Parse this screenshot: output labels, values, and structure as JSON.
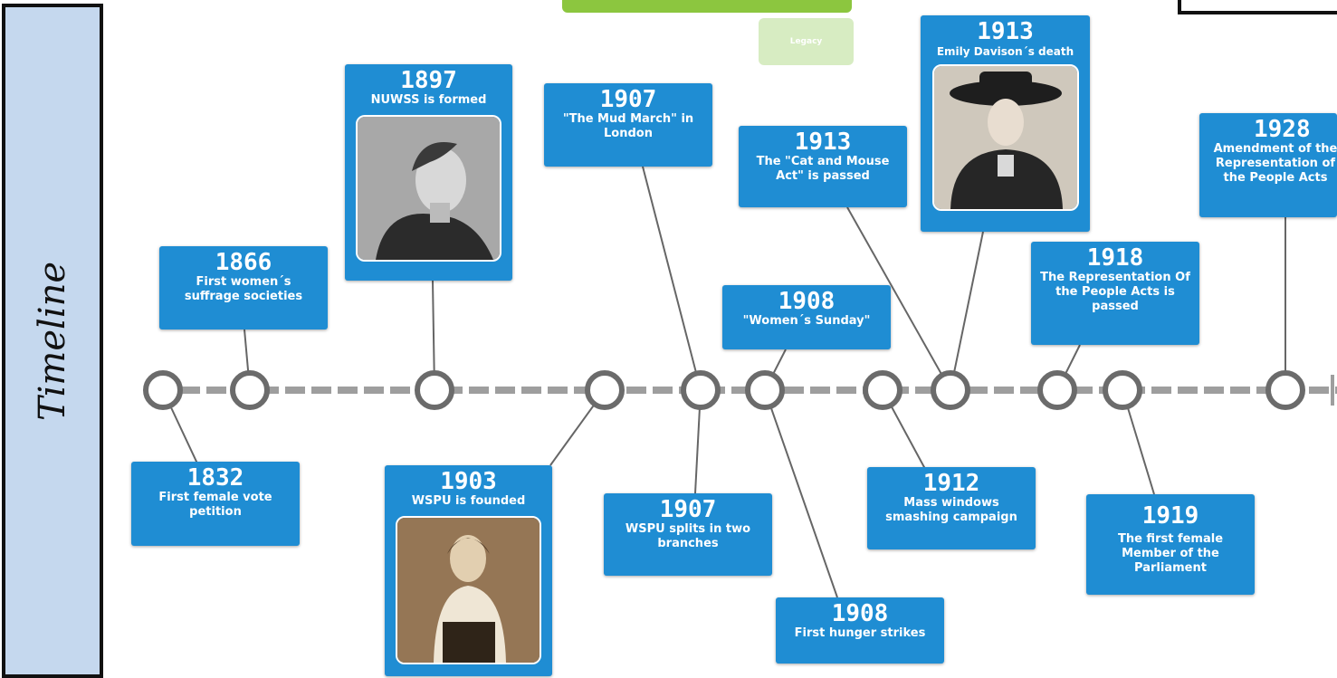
{
  "sidebar": {
    "title": "Timeline"
  },
  "header": {
    "legacy_label": "Legacy"
  },
  "events": [
    {
      "year": "1832",
      "desc": "First female vote petition"
    },
    {
      "year": "1866",
      "desc": "First women´s suffrage societies"
    },
    {
      "year": "1897",
      "desc": "NUWSS is formed"
    },
    {
      "year": "1903",
      "desc": "WSPU is founded"
    },
    {
      "year": "1907",
      "desc": "\"The Mud March\" in London"
    },
    {
      "year": "1907",
      "desc": "WSPU splits in two branches"
    },
    {
      "year": "1908",
      "desc": "\"Women´s Sunday\""
    },
    {
      "year": "1908",
      "desc": "First hunger strikes"
    },
    {
      "year": "1912",
      "desc": "Mass windows smashing campaign"
    },
    {
      "year": "1913",
      "desc": "The \"Cat and Mouse Act\" is passed"
    },
    {
      "year": "1913",
      "desc": "Emily Davison´s death"
    },
    {
      "year": "1918",
      "desc": "The Representation Of the People Acts is passed"
    },
    {
      "year": "1919",
      "desc": "The first female Member of the Parliament"
    },
    {
      "year": "1928",
      "desc": "Amendment of the Representation of the People Acts"
    }
  ],
  "colors": {
    "card": "#1f8dd3",
    "axis": "#999999",
    "node": "#666666",
    "sidebar": "#c5d8ee",
    "accent_green": "#8cc63f"
  }
}
